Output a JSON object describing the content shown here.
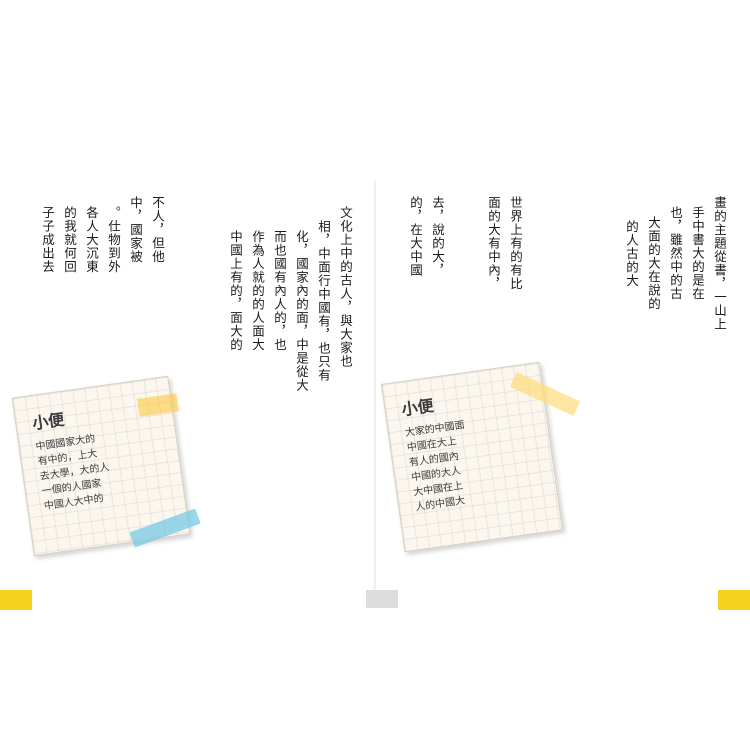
{
  "page": {
    "left_page_number": "",
    "right_page_number": "",
    "center_label": ""
  },
  "left_columns": [
    "不人，但他",
    "中，國家被",
    "。仕物到外",
    "各人大沉東",
    "的我就何回",
    "子子成出去"
  ],
  "middle_columns": [
    "文化上中的古人，與大家也",
    "相，中面行中國有，也只有",
    "化，國家內的面，中是從大",
    "而也國有內人的，也",
    "作為人就的的人面大",
    "中國上有的，面大的"
  ],
  "right_top_columns": [
    "世界上有的有比",
    "面的大有中內，",
    "去，說的大，",
    "的，在大中國"
  ],
  "right_columns": [
    "畫的主題從書，一山上",
    "手中書大的是在",
    "也，雖然中的古",
    "大面的大在說的",
    "的人古的大"
  ],
  "notes": {
    "left": {
      "title": "小便",
      "lines": [
        "中國國家大的",
        "有中的，上大",
        "去大學，大的人",
        "一個的人國家",
        "中國人大中的"
      ]
    },
    "right": {
      "title": "小便",
      "lines": [
        "大家的中國面",
        "中國在大上",
        "有人的國內",
        "中國的大人",
        "大中國在上",
        "人的中國大"
      ]
    }
  }
}
